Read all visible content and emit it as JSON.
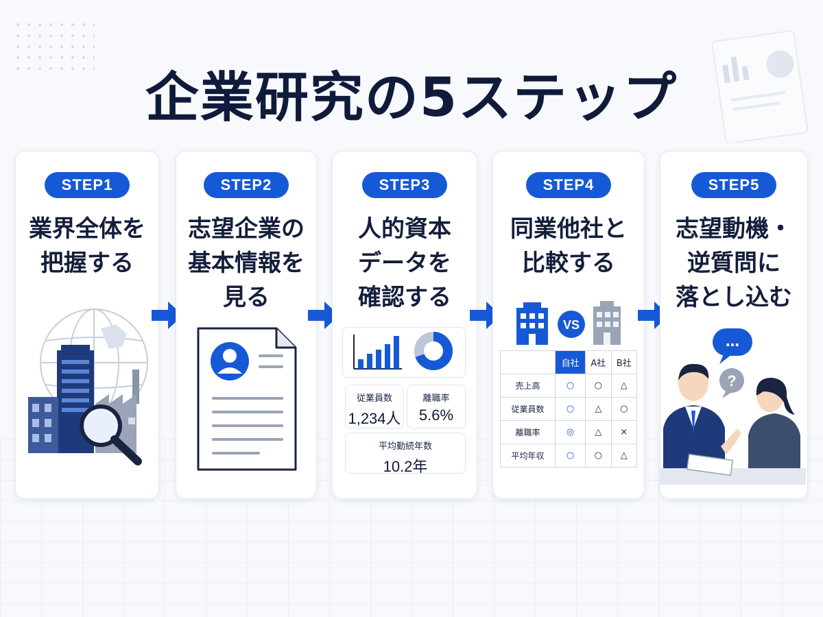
{
  "title": "企業研究の5ステップ",
  "colors": {
    "accent": "#1659d6",
    "navy": "#1f3a7a",
    "gray": "#9aa4b6"
  },
  "steps": [
    {
      "badge": "STEP1",
      "lines": [
        "業界全体を",
        "把握する"
      ]
    },
    {
      "badge": "STEP2",
      "lines": [
        "志望企業の",
        "基本情報を",
        "見る"
      ]
    },
    {
      "badge": "STEP3",
      "lines": [
        "人的資本",
        "データを",
        "確認する"
      ]
    },
    {
      "badge": "STEP4",
      "lines": [
        "同業他社と",
        "比較する"
      ]
    },
    {
      "badge": "STEP5",
      "lines": [
        "志望動機・",
        "逆質問に",
        "落とし込む"
      ]
    }
  ],
  "step3_metrics": {
    "employees": {
      "label": "従業員数",
      "value": "1,234人"
    },
    "turnover": {
      "label": "離職率",
      "value": "5.6%"
    },
    "tenure": {
      "label": "平均勤続年数",
      "value": "10.2年"
    }
  },
  "step4": {
    "vs": "VS",
    "table": {
      "headers": [
        "",
        "自社",
        "A社",
        "B社"
      ],
      "rows": [
        {
          "label": "売上高",
          "cells": [
            "○",
            "○",
            "△"
          ]
        },
        {
          "label": "従業員数",
          "cells": [
            "○",
            "△",
            "○"
          ]
        },
        {
          "label": "離職率",
          "cells": [
            "◎",
            "△",
            "×"
          ]
        },
        {
          "label": "平均年収",
          "cells": [
            "○",
            "○",
            "△"
          ]
        }
      ]
    }
  },
  "step5": {
    "speech": "…",
    "question": "?"
  },
  "icons": [
    "globe-icon",
    "buildings-icon",
    "factory-icon",
    "magnifier-icon",
    "document-icon",
    "avatar-icon",
    "bar-chart-icon",
    "donut-chart-icon",
    "office-building-icon",
    "speech-bubble-icon",
    "question-bubble-icon",
    "arrow-right-icon"
  ]
}
